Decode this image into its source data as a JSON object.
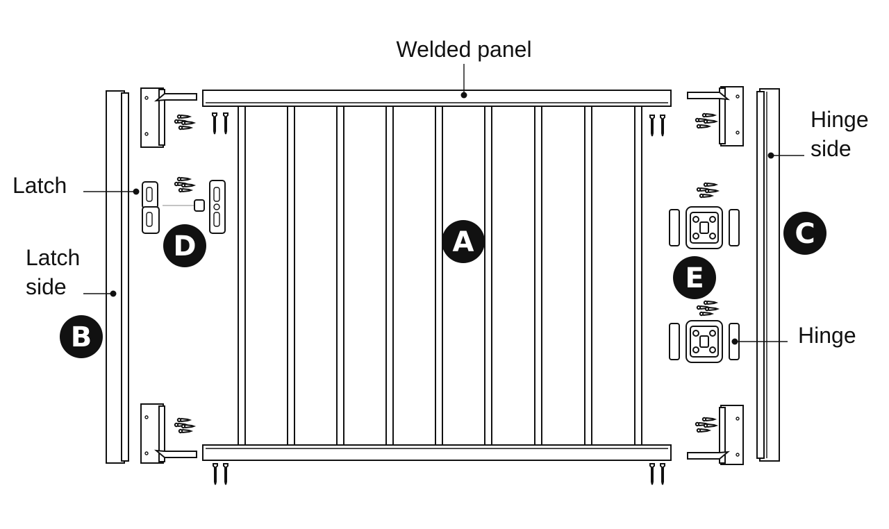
{
  "labels": {
    "welded_panel": "Welded panel",
    "latch": "Latch",
    "latch_side_1": "Latch",
    "latch_side_2": "side",
    "hinge_side_1": "Hinge",
    "hinge_side_2": "side",
    "hinge": "Hinge"
  },
  "badges": {
    "a": "A",
    "b": "B",
    "c": "C",
    "d": "D",
    "e": "E"
  },
  "colors": {
    "ink": "#111111",
    "paper": "#ffffff"
  }
}
